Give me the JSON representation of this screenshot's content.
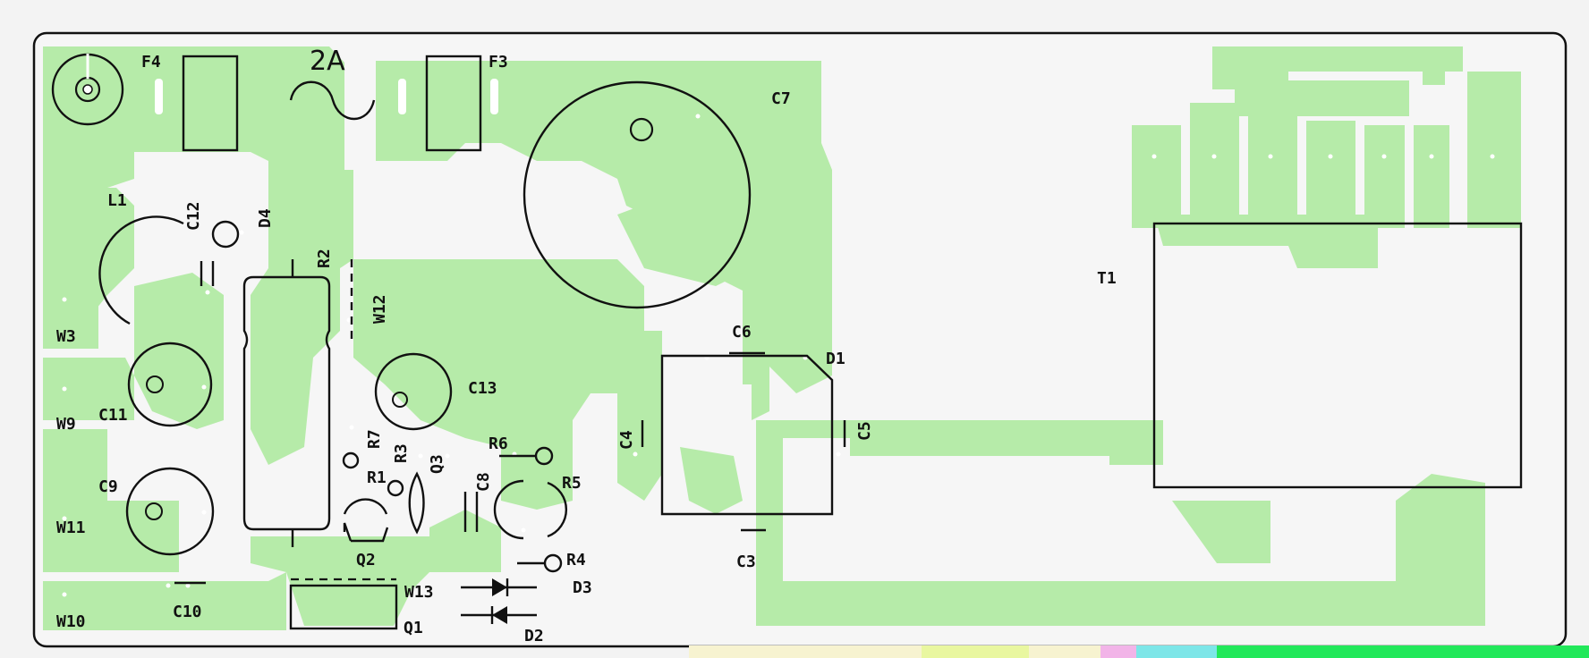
{
  "board": {
    "colors": {
      "copper": "#b6eba9",
      "board": "#f3f3f3",
      "ink": "#111111"
    },
    "rating": "2A",
    "labels": {
      "F4": "F4",
      "F3": "F3",
      "C7": "C7",
      "L1": "L1",
      "C12": "C12",
      "D4": "D4",
      "R2": "R2",
      "W12": "W12",
      "W3": "W3",
      "C11": "C11",
      "W9": "W9",
      "C13": "C13",
      "R7": "R7",
      "R3": "R3",
      "R1": "R1",
      "Q3": "Q3",
      "C8": "C8",
      "R6": "R6",
      "R5": "R5",
      "C9": "C9",
      "W11": "W11",
      "Q2": "Q2",
      "R4": "R4",
      "W13": "W13",
      "D3": "D3",
      "C10": "C10",
      "W10": "W10",
      "Q1": "Q1",
      "D2": "D2",
      "C6": "C6",
      "D1": "D1",
      "C4": "C4",
      "C5": "C5",
      "C3": "C3",
      "T1": "T1"
    }
  }
}
